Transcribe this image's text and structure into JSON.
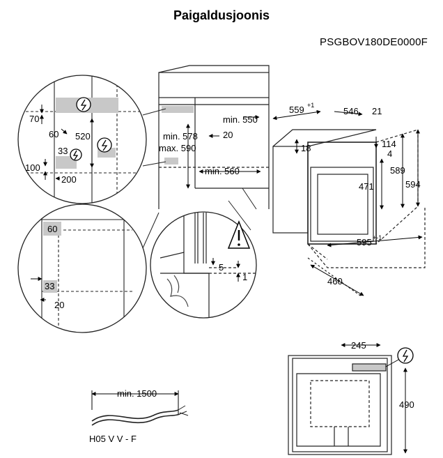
{
  "title": "Paigaldusjoonis",
  "model_code": "PSGBOV180DE0000F",
  "detail_top_left": {
    "d70": "70",
    "d60": "60",
    "d520": "520",
    "d33": "33",
    "d100": "100",
    "d200": "200"
  },
  "detail_mid_left": {
    "d60": "60",
    "d33": "33",
    "d20": "20"
  },
  "cabinet": {
    "min550": "min. 550",
    "d20": "20",
    "min578": "min. 578",
    "max590": "max. 590",
    "min560": "min. 560"
  },
  "detail_bottom": {
    "d5": "5",
    "d1": "1"
  },
  "oven": {
    "w559": "559",
    "w559_tol": "+1",
    "w546": "546",
    "w21": "21",
    "d114": "114",
    "d4": "4",
    "d18": "18",
    "h589": "589",
    "h594": "594",
    "h471": "471",
    "w595": "595",
    "w595_tol": "+-1",
    "d460": "460"
  },
  "back_view": {
    "w245": "245",
    "h490": "490"
  },
  "cable": {
    "length": "min. 1500",
    "type": "H05 V V - F"
  },
  "colors": {
    "line": "#1a1a1a",
    "shade": "#c8c8c8",
    "dashed": "#444444"
  }
}
